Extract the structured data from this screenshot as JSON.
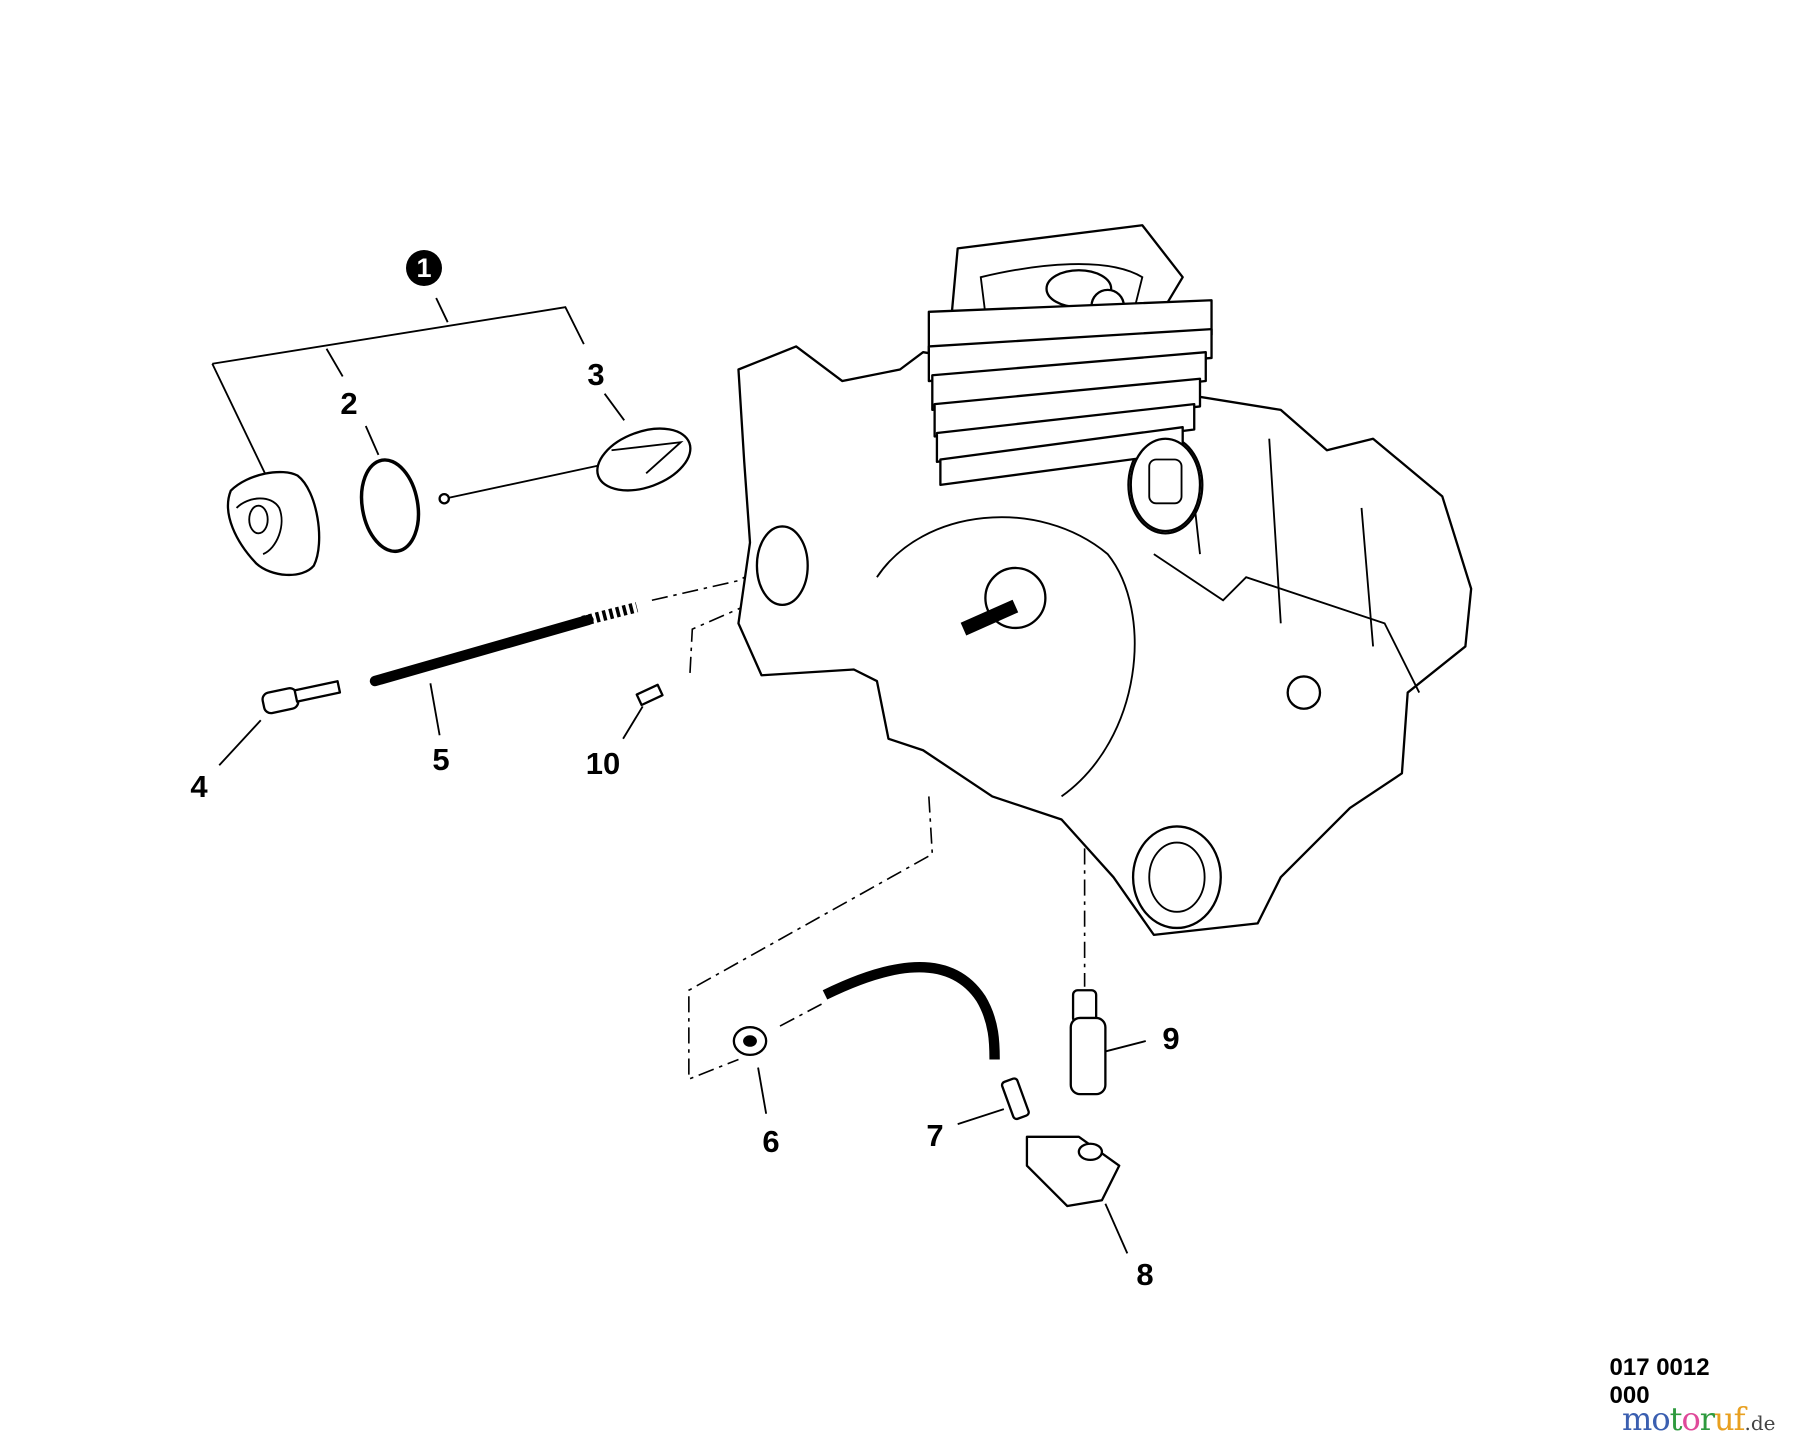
{
  "diagram": {
    "callouts": [
      {
        "id": "1",
        "label": "1",
        "style": "filled-circle"
      },
      {
        "id": "2",
        "label": "2"
      },
      {
        "id": "3",
        "label": "3"
      },
      {
        "id": "4",
        "label": "4"
      },
      {
        "id": "5",
        "label": "5"
      },
      {
        "id": "6",
        "label": "6"
      },
      {
        "id": "7",
        "label": "7"
      },
      {
        "id": "8",
        "label": "8"
      },
      {
        "id": "9",
        "label": "9"
      },
      {
        "id": "10",
        "label": "10"
      }
    ],
    "drawing_code": "017 0012 000"
  },
  "watermark": {
    "text": "motoruf",
    "suffix": ".de",
    "colors": [
      "#3b5fb0",
      "#3b5fb0",
      "#2e9a3e",
      "#e04a9a",
      "#2e9a3e",
      "#e8a020",
      "#e8a020"
    ]
  }
}
